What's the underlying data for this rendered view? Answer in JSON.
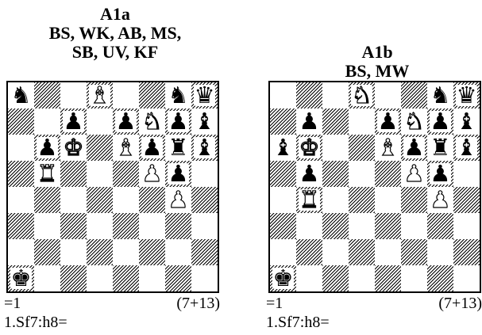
{
  "diagrams": [
    {
      "title_lines": [
        "A1a",
        "BS, WK, AB, MS,",
        "SB, UV, KF"
      ],
      "stipulation": "=1",
      "count": "(7+13)",
      "solution": "1.Sf7:h8=",
      "pieces": [
        {
          "sq": "a8",
          "c": "b",
          "t": "N"
        },
        {
          "sq": "d8",
          "c": "w",
          "t": "B"
        },
        {
          "sq": "g8",
          "c": "b",
          "t": "N"
        },
        {
          "sq": "h8",
          "c": "b",
          "t": "Q"
        },
        {
          "sq": "c7",
          "c": "b",
          "t": "P"
        },
        {
          "sq": "e7",
          "c": "b",
          "t": "P"
        },
        {
          "sq": "f7",
          "c": "w",
          "t": "N"
        },
        {
          "sq": "g7",
          "c": "b",
          "t": "P"
        },
        {
          "sq": "h7",
          "c": "b",
          "t": "B"
        },
        {
          "sq": "b6",
          "c": "b",
          "t": "P"
        },
        {
          "sq": "c6",
          "c": "w",
          "t": "K"
        },
        {
          "sq": "e6",
          "c": "w",
          "t": "B"
        },
        {
          "sq": "f6",
          "c": "b",
          "t": "P"
        },
        {
          "sq": "g6",
          "c": "b",
          "t": "R"
        },
        {
          "sq": "h6",
          "c": "b",
          "t": "B"
        },
        {
          "sq": "b5",
          "c": "w",
          "t": "R"
        },
        {
          "sq": "f5",
          "c": "w",
          "t": "P"
        },
        {
          "sq": "g5",
          "c": "b",
          "t": "P"
        },
        {
          "sq": "g4",
          "c": "w",
          "t": "P"
        },
        {
          "sq": "a1",
          "c": "b",
          "t": "K"
        }
      ]
    },
    {
      "title_lines": [
        "A1b",
        "BS, MW"
      ],
      "stipulation": "=1",
      "count": "(7+13)",
      "solution": "1.Sf7:h8=",
      "pieces": [
        {
          "sq": "d8",
          "c": "w",
          "t": "N"
        },
        {
          "sq": "g8",
          "c": "b",
          "t": "N"
        },
        {
          "sq": "h8",
          "c": "b",
          "t": "Q"
        },
        {
          "sq": "b7",
          "c": "b",
          "t": "P"
        },
        {
          "sq": "e7",
          "c": "b",
          "t": "P"
        },
        {
          "sq": "f7",
          "c": "w",
          "t": "N"
        },
        {
          "sq": "g7",
          "c": "b",
          "t": "P"
        },
        {
          "sq": "h7",
          "c": "b",
          "t": "B"
        },
        {
          "sq": "a6",
          "c": "b",
          "t": "B"
        },
        {
          "sq": "b6",
          "c": "w",
          "t": "K"
        },
        {
          "sq": "e6",
          "c": "w",
          "t": "B"
        },
        {
          "sq": "f6",
          "c": "b",
          "t": "P"
        },
        {
          "sq": "g6",
          "c": "b",
          "t": "R"
        },
        {
          "sq": "h6",
          "c": "b",
          "t": "B"
        },
        {
          "sq": "b5",
          "c": "b",
          "t": "P"
        },
        {
          "sq": "f5",
          "c": "w",
          "t": "P"
        },
        {
          "sq": "g5",
          "c": "b",
          "t": "P"
        },
        {
          "sq": "b4",
          "c": "w",
          "t": "R"
        },
        {
          "sq": "g4",
          "c": "w",
          "t": "P"
        },
        {
          "sq": "a1",
          "c": "b",
          "t": "K"
        }
      ]
    }
  ],
  "glyphs": {
    "K": "♚",
    "Q": "♛",
    "R": "♜",
    "B": "♝",
    "N": "♞",
    "P": "♟"
  }
}
